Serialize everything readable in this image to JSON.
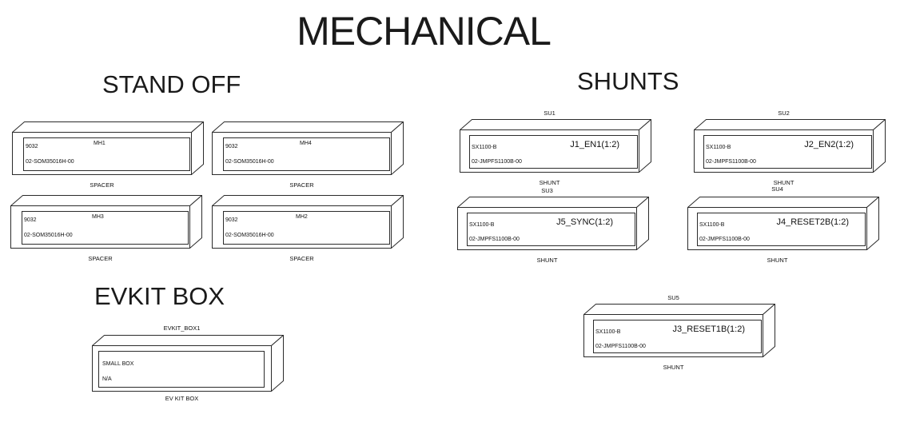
{
  "title": "MECHANICAL",
  "sections": {
    "standoff": {
      "heading": "STAND OFF",
      "boxes": [
        {
          "ref": "9032",
          "designator": "MH1",
          "part": "02-SOM35016H-00",
          "bottom_label": "SPACER"
        },
        {
          "ref": "9032",
          "designator": "MH4",
          "part": "02-SOM35016H-00",
          "bottom_label": "SPACER"
        },
        {
          "ref": "9032",
          "designator": "MH3",
          "part": "02-SOM35016H-00",
          "bottom_label": "SPACER"
        },
        {
          "ref": "9032",
          "designator": "MH2",
          "part": "02-SOM35016H-00",
          "bottom_label": "SPACER"
        }
      ]
    },
    "shunts": {
      "heading": "SHUNTS",
      "boxes": [
        {
          "top_label": "SU1",
          "ref": "SX1100-B",
          "designator": "J1_EN1(1:2)",
          "part": "02-JMPFS1100B-00",
          "bottom_label": "SHUNT"
        },
        {
          "top_label": "SU2",
          "ref": "SX1100-B",
          "designator": "J2_EN2(1:2)",
          "part": "02-JMPFS1100B-00",
          "bottom_label": "SHUNT"
        },
        {
          "top_label": "SU3",
          "ref": "SX1100-B",
          "designator": "J5_SYNC(1:2)",
          "part": "02-JMPFS1100B-00",
          "bottom_label": "SHUNT"
        },
        {
          "top_label": "SU4",
          "ref": "SX1100-B",
          "designator": "J4_RESET2B(1:2)",
          "part": "02-JMPFS1100B-00",
          "bottom_label": "SHUNT"
        },
        {
          "top_label": "SU5",
          "ref": "SX1100-B",
          "designator": "J3_RESET1B(1:2)",
          "part": "02-JMPFS1100B-00",
          "bottom_label": "SHUNT"
        }
      ]
    },
    "evkit": {
      "heading": "EVKIT BOX",
      "box": {
        "top_label": "EVKIT_BOX1",
        "line1": "SMALL BOX",
        "line2": "N/A",
        "bottom_label": "EV KIT BOX"
      }
    }
  }
}
